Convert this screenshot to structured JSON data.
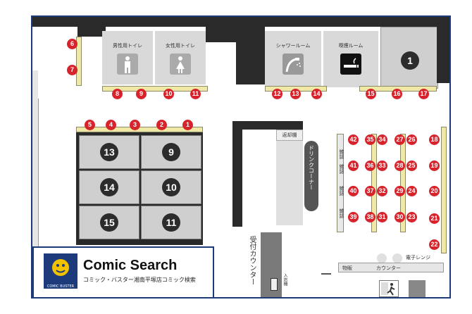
{
  "restroom_men": "男性用トイレ",
  "restroom_women": "女性用トイレ",
  "shower_room": "シャワールーム",
  "smoking_room": "喫煙ルーム",
  "return_shelf": "返却棚",
  "drink_corner": "ドリンクコーナー",
  "reception_counter": "受付カウンター",
  "entrance_machine": "入店機",
  "microwave": "電子レンジ",
  "goods": "物販",
  "counter": "カウンター",
  "magazine_label": "雑誌",
  "brand": {
    "title": "Comic Search",
    "subtitle": "コミック・バスター湘南平塚店コミック検索",
    "logo_text": "COMIC BUSTER"
  },
  "pins_top_left": [
    "6",
    "7"
  ],
  "pins_top_row": [
    "8",
    "9",
    "10",
    "11",
    "12",
    "13",
    "14",
    "15",
    "16",
    "17"
  ],
  "pins_mid_row": [
    "5",
    "4",
    "3",
    "2",
    "1"
  ],
  "pins_right": [
    "18",
    "19",
    "20",
    "21",
    "22"
  ],
  "shelf_cols": [
    [
      "42",
      "41",
      "40",
      "39"
    ],
    [
      "35",
      "36",
      "37",
      "38"
    ],
    [
      "34",
      "33",
      "32",
      "31"
    ],
    [
      "27",
      "28",
      "29",
      "30"
    ],
    [
      "26",
      "25",
      "24",
      "23"
    ]
  ],
  "booths": [
    "13",
    "9",
    "14",
    "10",
    "15",
    "11"
  ],
  "room_number": "1",
  "colors": {
    "pin": "#d7232b",
    "frame": "#1d3a7a",
    "shelf": "#f0e9a6",
    "dark": "#2a2a2a"
  }
}
